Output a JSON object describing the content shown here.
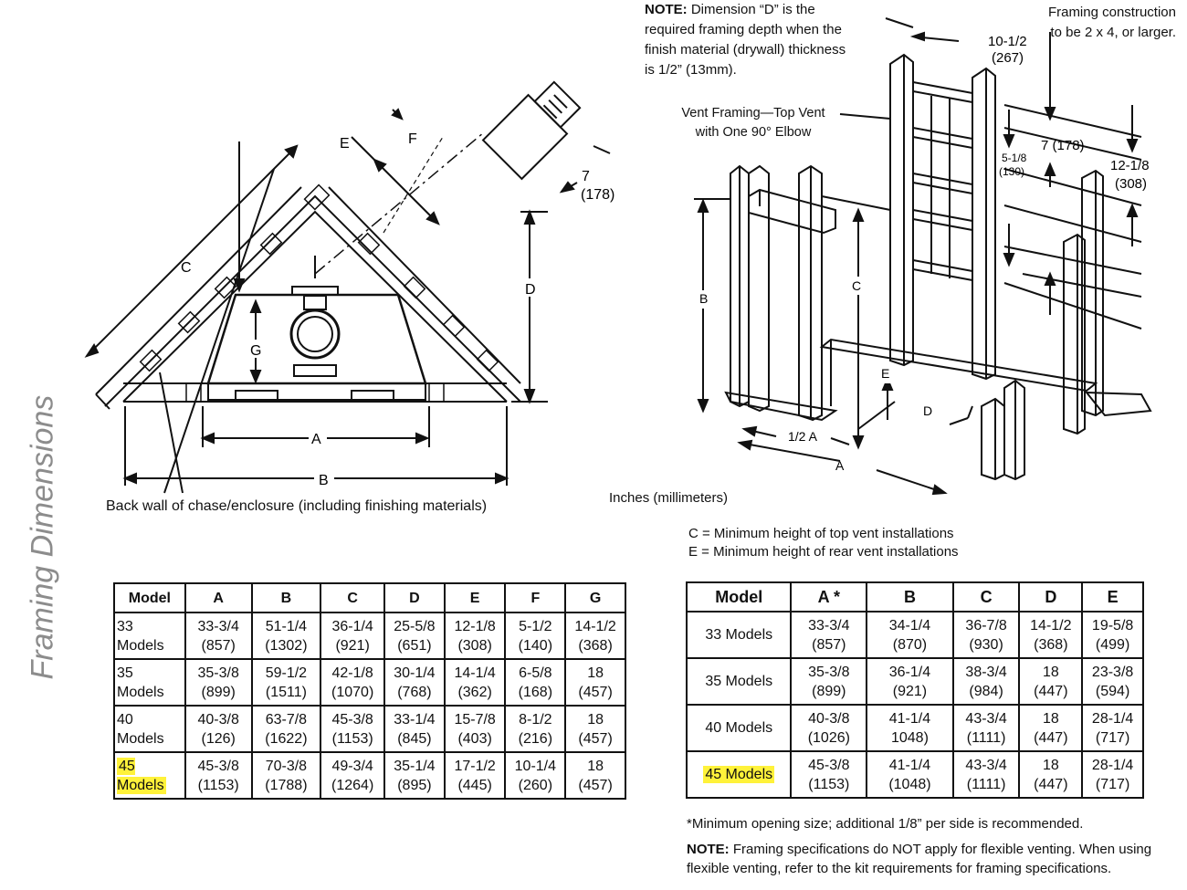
{
  "side_title": "Framing Dimensions",
  "left_diagram": {
    "labels": {
      "A": "A",
      "B": "B",
      "C": "C",
      "D": "D",
      "E": "E",
      "F": "F",
      "G": "G"
    },
    "vent_dim": {
      "value": "7",
      "mm": "(178)"
    },
    "caption": "Back wall of chase/enclosure (including finishing materials)"
  },
  "right_diagram": {
    "note_bold": "NOTE:",
    "note_text_1": " Dimension “D” is the",
    "note_text_2": "required framing depth when the",
    "note_text_3": "finish material (drywall) thickness",
    "note_text_4": "is 1/2” (13mm).",
    "framing_1": "Framing construction",
    "framing_2": "to be 2 x 4, or larger.",
    "vent_framing_1": "Vent Framing—Top Vent",
    "vent_framing_2": "with One 90° Elbow",
    "dim_a": {
      "value": "10-1/2",
      "mm": "(267)"
    },
    "dim_b": {
      "value": "7 (178)"
    },
    "dim_c": {
      "value": "5-1/8",
      "mm": "(130)"
    },
    "dim_d": {
      "value": "12-1/8",
      "mm": "(308)"
    },
    "labels": {
      "B": "B",
      "C": "C",
      "E": "E",
      "D": "D",
      "halfA": "1/2 A",
      "A": "A"
    },
    "units": "Inches (millimeters)",
    "legend_c": "C = Minimum height of top vent installations",
    "legend_e": "E = Minimum height of rear vent installations"
  },
  "table_left": {
    "headers": [
      "Model",
      "A",
      "B",
      "C",
      "D",
      "E",
      "F",
      "G"
    ],
    "rows": [
      {
        "model": "33 Models",
        "cells": [
          [
            "33-3/4",
            "(857)"
          ],
          [
            "51-1/4",
            "(1302)"
          ],
          [
            "36-1/4",
            "(921)"
          ],
          [
            "25-5/8",
            "(651)"
          ],
          [
            "12-1/8",
            "(308)"
          ],
          [
            "5-1/2",
            "(140)"
          ],
          [
            "14-1/2",
            "(368)"
          ]
        ]
      },
      {
        "model": "35 Models",
        "cells": [
          [
            "35-3/8",
            "(899)"
          ],
          [
            "59-1/2",
            "(1511)"
          ],
          [
            "42-1/8",
            "(1070)"
          ],
          [
            "30-1/4",
            "(768)"
          ],
          [
            "14-1/4",
            "(362)"
          ],
          [
            "6-5/8",
            "(168)"
          ],
          [
            "18",
            "(457)"
          ]
        ]
      },
      {
        "model": "40 Models",
        "cells": [
          [
            "40-3/8",
            "(126)"
          ],
          [
            "63-7/8",
            "(1622)"
          ],
          [
            "45-3/8",
            "(1153)"
          ],
          [
            "33-1/4",
            "(845)"
          ],
          [
            "15-7/8",
            "(403)"
          ],
          [
            "8-1/2",
            "(216)"
          ],
          [
            "18",
            "(457)"
          ]
        ]
      },
      {
        "model": "45 Models",
        "cells": [
          [
            "45-3/8",
            "(1153)"
          ],
          [
            "70-3/8",
            "(1788)"
          ],
          [
            "49-3/4",
            "(1264)"
          ],
          [
            "35-1/4",
            "(895)"
          ],
          [
            "17-1/2",
            "(445)"
          ],
          [
            "10-1/4",
            "(260)"
          ],
          [
            "18",
            "(457)"
          ]
        ]
      }
    ]
  },
  "table_right": {
    "headers": [
      "Model",
      "A *",
      "B",
      "C",
      "D",
      "E"
    ],
    "rows": [
      {
        "model": "33 Models",
        "cells": [
          [
            "33-3/4",
            "(857)"
          ],
          [
            "34-1/4",
            "(870)"
          ],
          [
            "36-7/8",
            "(930)"
          ],
          [
            "14-1/2",
            "(368)"
          ],
          [
            "19-5/8",
            "(499)"
          ]
        ]
      },
      {
        "model": "35 Models",
        "cells": [
          [
            "35-3/8",
            "(899)"
          ],
          [
            "36-1/4",
            "(921)"
          ],
          [
            "38-3/4",
            "(984)"
          ],
          [
            "18",
            "(447)"
          ],
          [
            "23-3/8",
            "(594)"
          ]
        ]
      },
      {
        "model": "40 Models",
        "cells": [
          [
            "40-3/8",
            "(1026)"
          ],
          [
            "41-1/4",
            "1048)"
          ],
          [
            "43-3/4",
            "(1111)"
          ],
          [
            "18",
            "(447)"
          ],
          [
            "28-1/4",
            "(717)"
          ]
        ]
      },
      {
        "model": "45 Models",
        "cells": [
          [
            "45-3/8",
            "(1153)"
          ],
          [
            "41-1/4",
            "(1048)"
          ],
          [
            "43-3/4",
            "(1111)"
          ],
          [
            "18",
            "(447)"
          ],
          [
            "28-1/4",
            "(717)"
          ]
        ]
      }
    ],
    "footnote": "*Minimum opening size; additional 1/8” per side is recommended.",
    "note_bold": "NOTE:",
    "note_text": " Framing specifications do NOT apply for flexible venting. When using flexible venting, refer to the kit requirements for framing specifications."
  },
  "highlight_color": "#fff23a"
}
